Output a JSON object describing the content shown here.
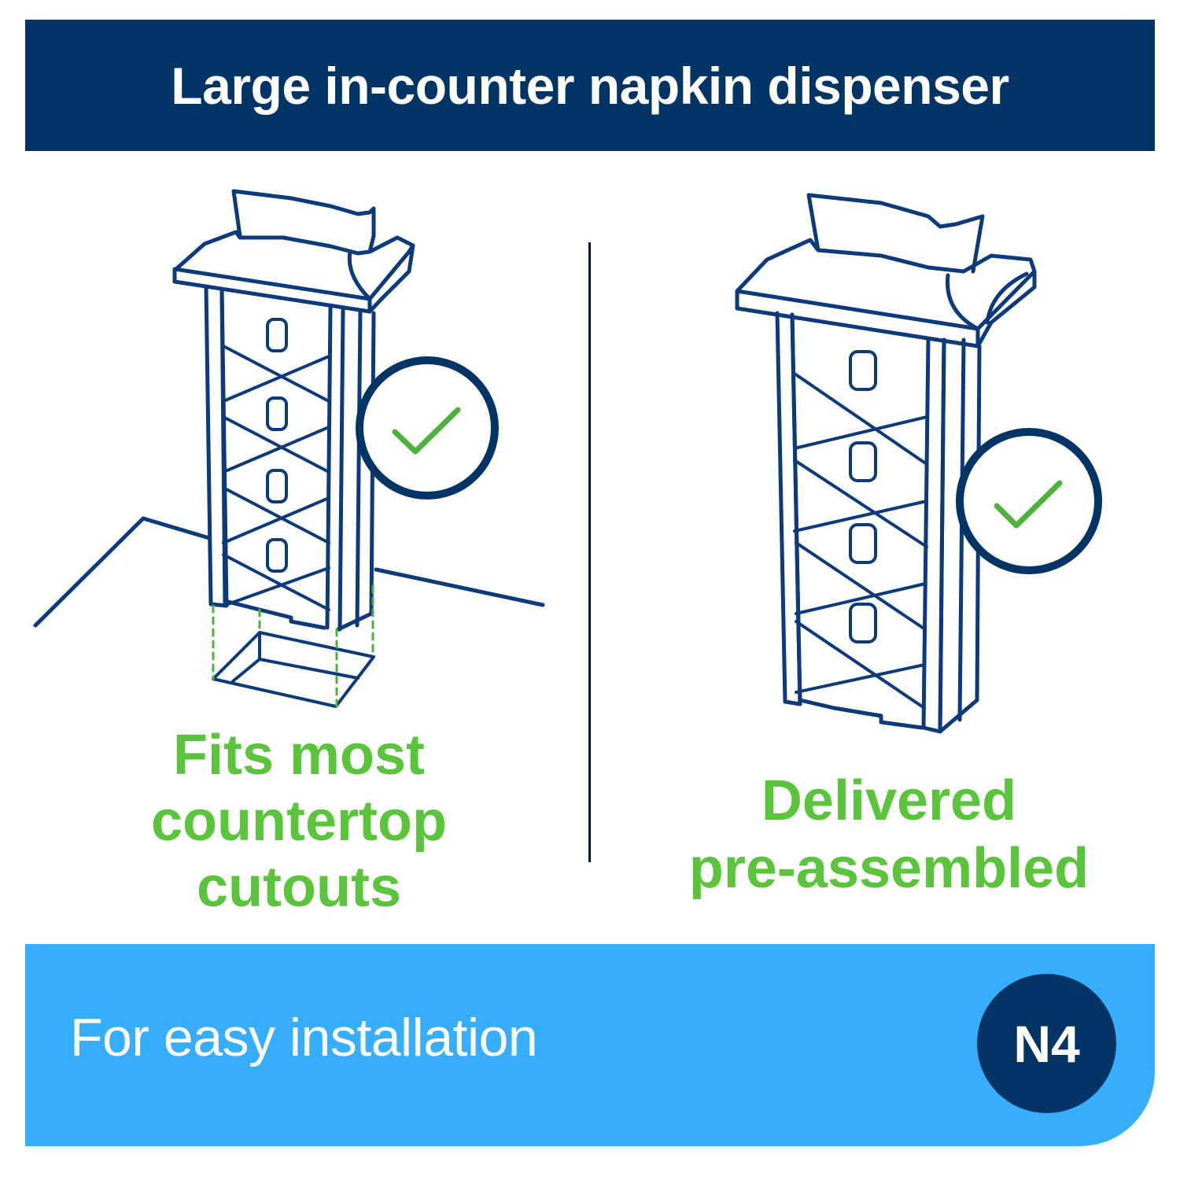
{
  "header": {
    "title": "Large in-counter napkin dispenser"
  },
  "panels": [
    {
      "illustration": "in-counter-dispenser-with-cutout",
      "icon": "checkmark-circle-icon",
      "caption_lines": [
        "Fits most",
        "countertop",
        "cutouts"
      ]
    },
    {
      "illustration": "pre-assembled-dispenser",
      "icon": "checkmark-circle-icon",
      "caption_lines": [
        "Delivered",
        "pre-assembled"
      ]
    }
  ],
  "footer": {
    "text": "For easy installation",
    "badge": "N4"
  },
  "colors": {
    "navy": "#033466",
    "line_navy": "#0d3a7a",
    "green": "#5ac43a",
    "check_green": "#4bb33a",
    "light_blue": "#37aefc",
    "white": "#ffffff"
  }
}
